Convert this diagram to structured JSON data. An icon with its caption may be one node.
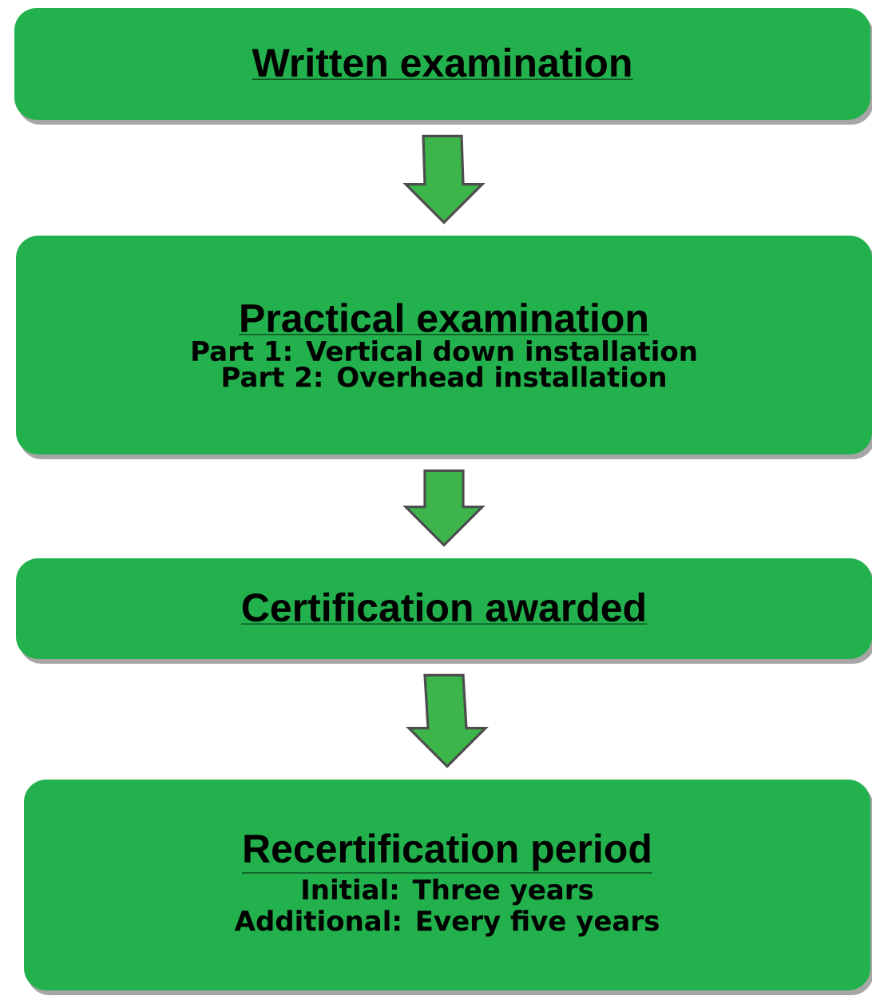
{
  "diagram": {
    "nodes": [
      {
        "text": [
          "Written examination"
        ]
      },
      {
        "text": [
          "Practical examination",
          "Part 1: Vertical down installation",
          "Part 2: Overhead installation"
        ]
      },
      {
        "text": [
          "Certification awarded"
        ]
      },
      {
        "text": [
          "Recertification period",
          "Initial: Three years",
          "Additional: Every five years"
        ]
      }
    ],
    "edges": [
      {
        "from": 0,
        "to": 1,
        "arrow": "to"
      },
      {
        "from": 1,
        "to": 2,
        "arrow": "to"
      },
      {
        "from": 2,
        "to": 3,
        "arrow": "to"
      }
    ]
  }
}
